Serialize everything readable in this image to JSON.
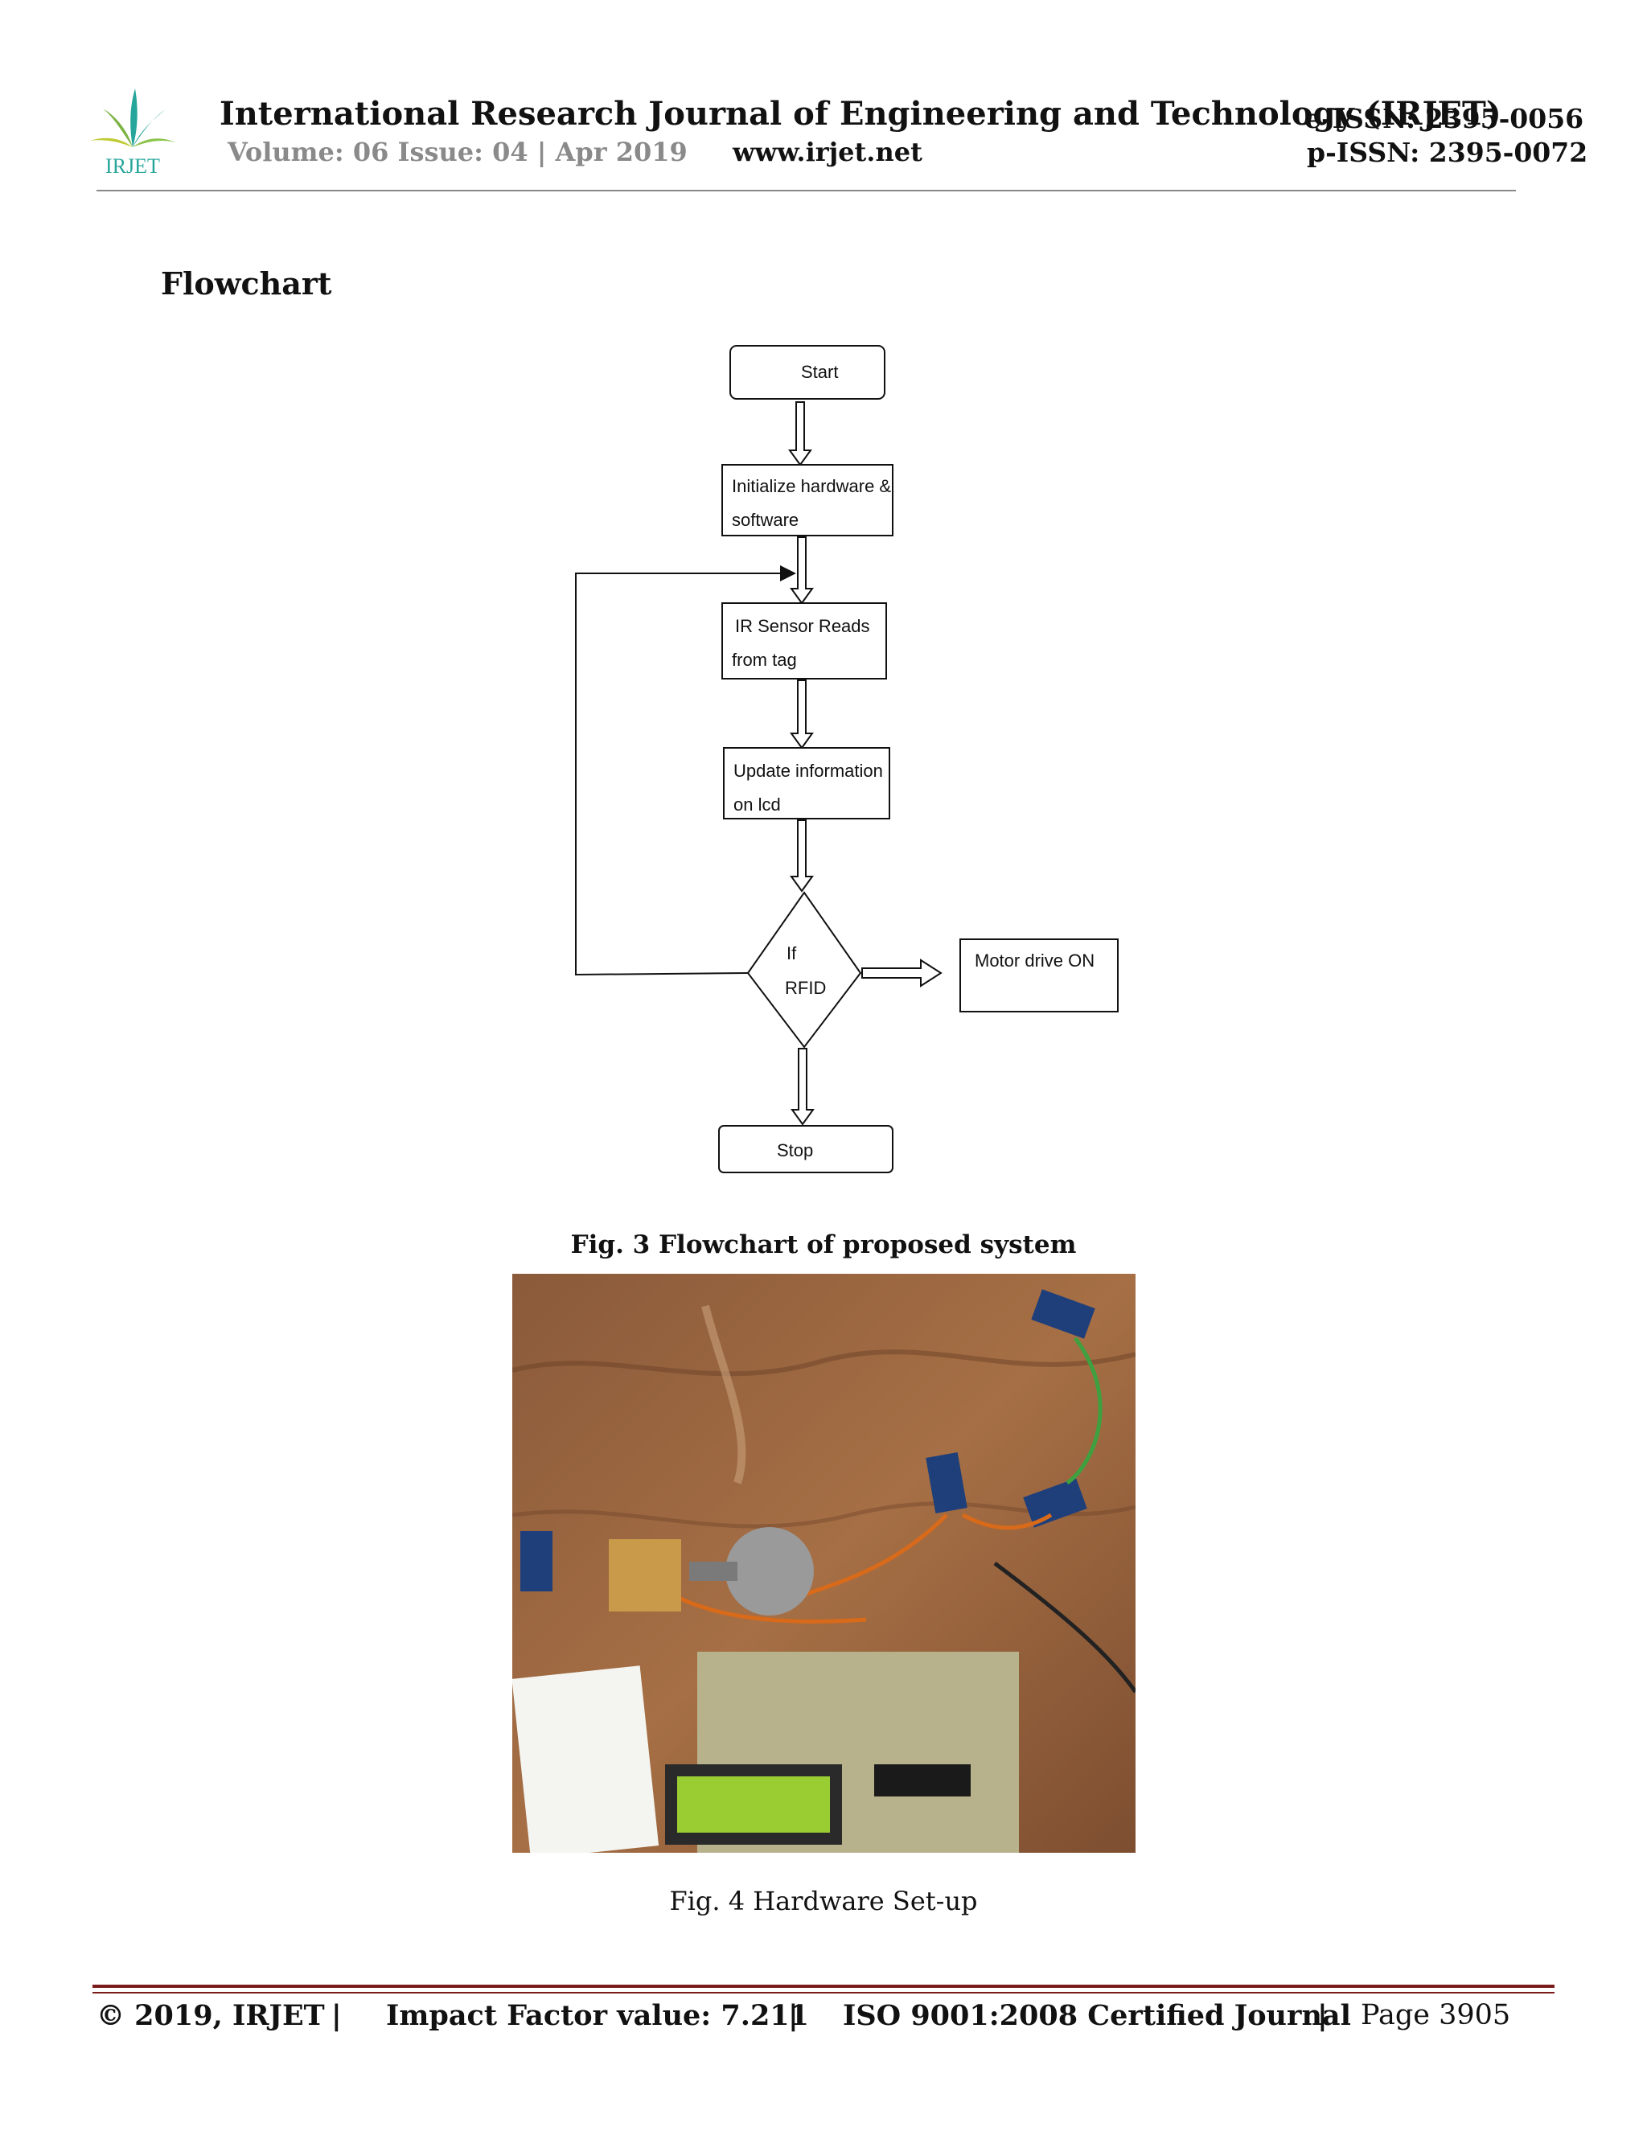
{
  "header": {
    "logo_text": "IRJET",
    "journal_title": "International Research Journal of Engineering and Technology (IRJET)",
    "volume_issue": "Volume: 06 Issue: 04 | Apr 2019",
    "website": "www.irjet.net",
    "eissn": "e-ISSN: 2395-0056",
    "pissn": "p-ISSN: 2395-0072"
  },
  "section_heading": "Flowchart",
  "flowchart": {
    "start": "Start",
    "init_line1": "Initialize hardware &",
    "init_line2": "software",
    "ir_line1": "IR Sensor Reads",
    "ir_line2": "from tag",
    "update_line1": "Update information",
    "update_line2": "on  lcd",
    "decision_line1": "If",
    "decision_line2": "RFID",
    "motor": "Motor drive ON",
    "stop": "Stop"
  },
  "fig3_caption": "Fig. 3 Flowchart of proposed system",
  "fig4_caption": "Fig. 4 Hardware Set-up",
  "footer": {
    "copyright": "© 2019, IRJET",
    "separator": "|",
    "impact": "Impact Factor value: 7.211",
    "iso": "ISO 9001:2008 Certified Journal",
    "page": "Page 3905"
  },
  "colors": {
    "footer_rule": "#7a1a1a",
    "logo_green": "#7cb342",
    "logo_teal": "#26a69a"
  }
}
